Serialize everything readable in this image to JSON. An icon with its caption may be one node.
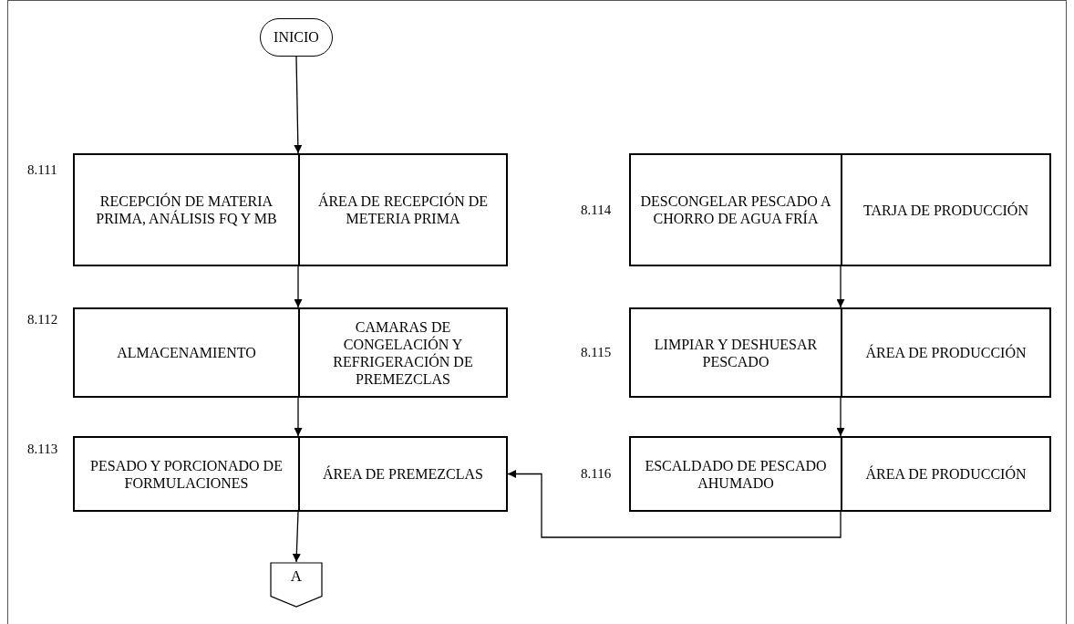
{
  "diagram": {
    "nodes": [
      {
        "text": [
          "INICIO"
        ]
      },
      {
        "text": [
          "RECEPCIÓN DE MATERIA PRIMA, ANÁLISIS FQ Y MB",
          "ÁREA DE RECEPCIÓN DE METERIA PRIMA"
        ],
        "beside": [
          "8.111"
        ]
      },
      {
        "text": [
          "ALMACENAMIENTO",
          "CAMARAS DE CONGELACIÓN Y REFRIGERACIÓN DE PREMEZCLAS"
        ],
        "beside": [
          "8.112"
        ]
      },
      {
        "text": [
          "PESADO Y PORCIONADO DE FORMULACIONES",
          "ÁREA DE PREMEZCLAS"
        ],
        "beside": [
          "8.113"
        ]
      },
      {
        "text": [
          "A"
        ]
      },
      {
        "text": [
          "DESCONGELAR PESCADO A CHORRO DE AGUA FRÍA",
          "TARJA DE PRODUCCIÓN"
        ],
        "beside": [
          "8.114"
        ]
      },
      {
        "text": [
          "LIMPIAR Y DESHUESAR PESCADO",
          "ÁREA DE PRODUCCIÓN"
        ],
        "beside": [
          "8.115"
        ]
      },
      {
        "text": [
          "ESCALDADO DE PESCADO AHUMADO",
          "ÁREA DE PRODUCCIÓN"
        ],
        "beside": [
          "8.116"
        ]
      }
    ],
    "edges": [
      {
        "from": 0,
        "to": 1,
        "arrow": "to"
      },
      {
        "from": 1,
        "to": 2,
        "arrow": "to"
      },
      {
        "from": 2,
        "to": 3,
        "arrow": "to"
      },
      {
        "from": 3,
        "to": 4,
        "arrow": "to"
      },
      {
        "from": 5,
        "to": 6,
        "arrow": "to"
      },
      {
        "from": 6,
        "to": 7,
        "arrow": "to"
      },
      {
        "from": 7,
        "to": 3,
        "arrow": "to"
      }
    ]
  }
}
